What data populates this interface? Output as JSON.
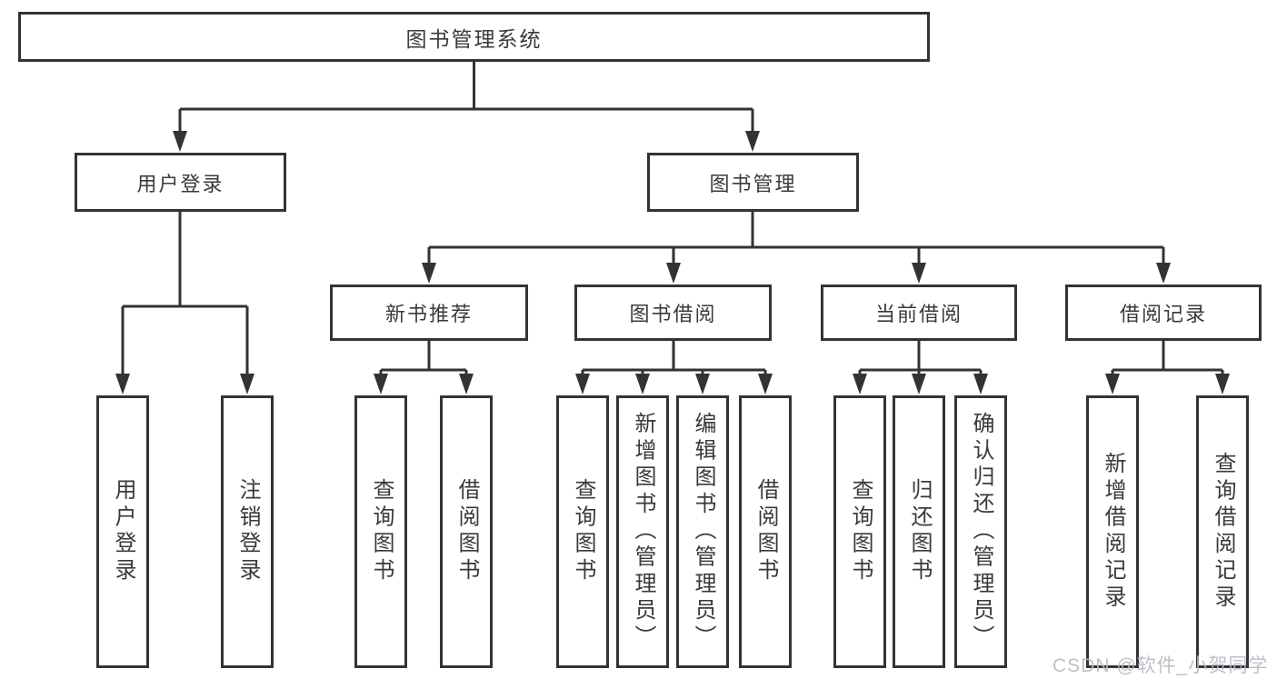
{
  "title": {
    "label": "图书管理系统"
  },
  "nodes": {
    "user_login": {
      "label": "用户登录"
    },
    "book_management": {
      "label": "图书管理"
    },
    "new_book_recommend": {
      "label": "新书推荐"
    },
    "book_borrowing": {
      "label": "图书借阅"
    },
    "current_borrowing": {
      "label": "当前借阅"
    },
    "borrowing_records": {
      "label": "借阅记录"
    }
  },
  "leaves": {
    "user_login": [
      "用户登录",
      "注销登录"
    ],
    "new_book_recommend": [
      "查询图书",
      "借阅图书"
    ],
    "book_borrowing": [
      "查询图书",
      "新增图书（管理员）",
      "编辑图书（管理员）",
      "借阅图书"
    ],
    "current_borrowing": [
      "查询图书",
      "归还图书",
      "确认归还（管理员）"
    ],
    "borrowing_records": [
      "新增借阅记录",
      "查询借阅记录"
    ]
  },
  "colors": {
    "line": "#333333",
    "text": "#3a3a3a",
    "background": "#ffffff",
    "watermark": "#b6bac1"
  },
  "watermark": {
    "text": "CSDN @软件_小贺同学"
  }
}
